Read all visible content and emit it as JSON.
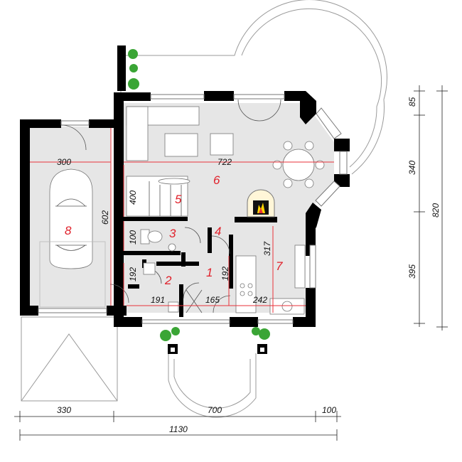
{
  "colors": {
    "wall": "#000000",
    "floor": "#e6e6e6",
    "room_number": "#e0202a",
    "dimension_line": "#e8323a",
    "fireplace_fire": "#ffd800",
    "plant": "#3aa535"
  },
  "rooms": {
    "r1": "1",
    "r2": "2",
    "r3": "3",
    "r4": "4",
    "r5": "5",
    "r6": "6",
    "r7": "7",
    "r8": "8"
  },
  "inner_dimensions": {
    "garage_width": "300",
    "living_width": "722",
    "garage_depth": "602",
    "stair_h": "400",
    "wc_h": "100",
    "entry_h_left": "192",
    "hall_h": "192",
    "kitchen_h": "317",
    "d191": "191",
    "d165": "165",
    "d242": "242"
  },
  "outer_dimensions": {
    "right_top": "85",
    "right_mid": "340",
    "right_total": "820",
    "right_bottom": "395",
    "bottom_left": "330",
    "bottom_mid": "700",
    "bottom_right": "100",
    "bottom_total": "1130"
  },
  "icons": [
    "car-icon",
    "fireplace-icon",
    "plant-icon",
    "dining-table-icon",
    "sofa-icon",
    "stove-icon",
    "toilet-icon"
  ]
}
